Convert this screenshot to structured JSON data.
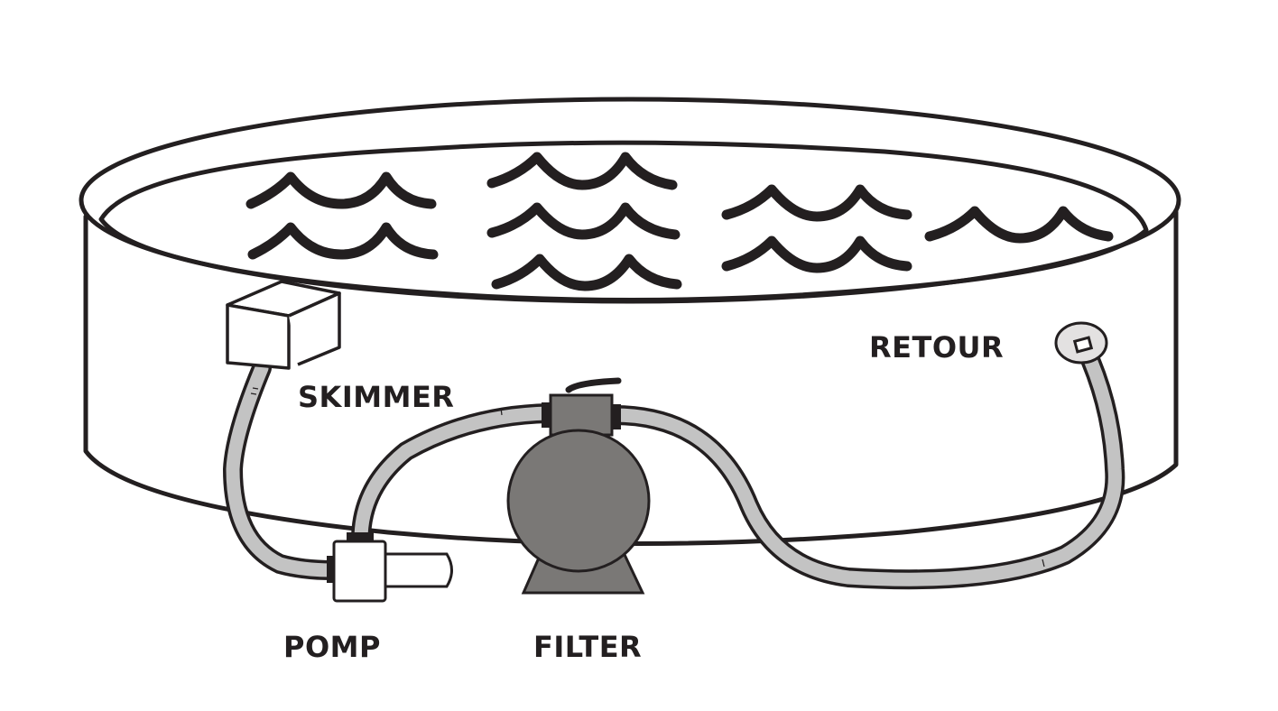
{
  "diagram": {
    "type": "pool-filtration-system",
    "labels": {
      "skimmer": "SKIMMER",
      "retour": "RETOUR",
      "pomp": "POMP",
      "filter": "FILTER"
    },
    "colors": {
      "outline": "#231f20",
      "hose": "#c3c3c3",
      "filter_body": "#7a7876",
      "return_fitting": "#e3e1e1",
      "background": "#ffffff"
    },
    "wave_rows": 3
  }
}
